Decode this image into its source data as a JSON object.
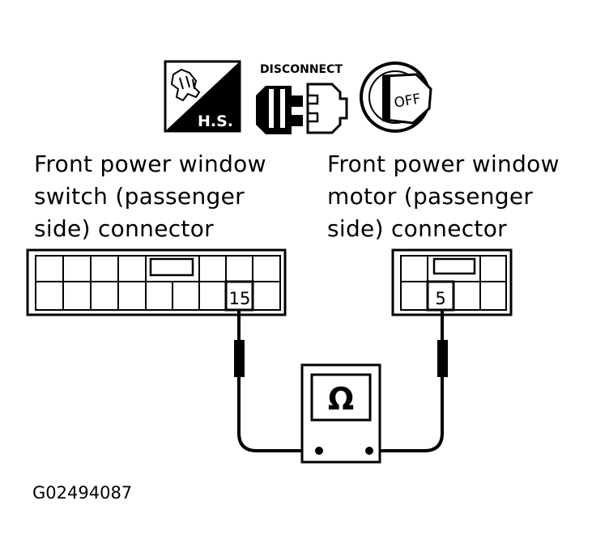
{
  "icons": {
    "hs_label": "H.S.",
    "disconnect_label": "DISCONNECT",
    "off_label": "OFF"
  },
  "switch_connector": {
    "label_lines": [
      "Front power window",
      "switch (passenger",
      "side) connector"
    ],
    "terminal": "15"
  },
  "motor_connector": {
    "label_lines": [
      "Front power window",
      "motor (passenger",
      "side) connector"
    ],
    "terminal": "5"
  },
  "meter": {
    "symbol": "Ω"
  },
  "figure_code": "G02494087"
}
